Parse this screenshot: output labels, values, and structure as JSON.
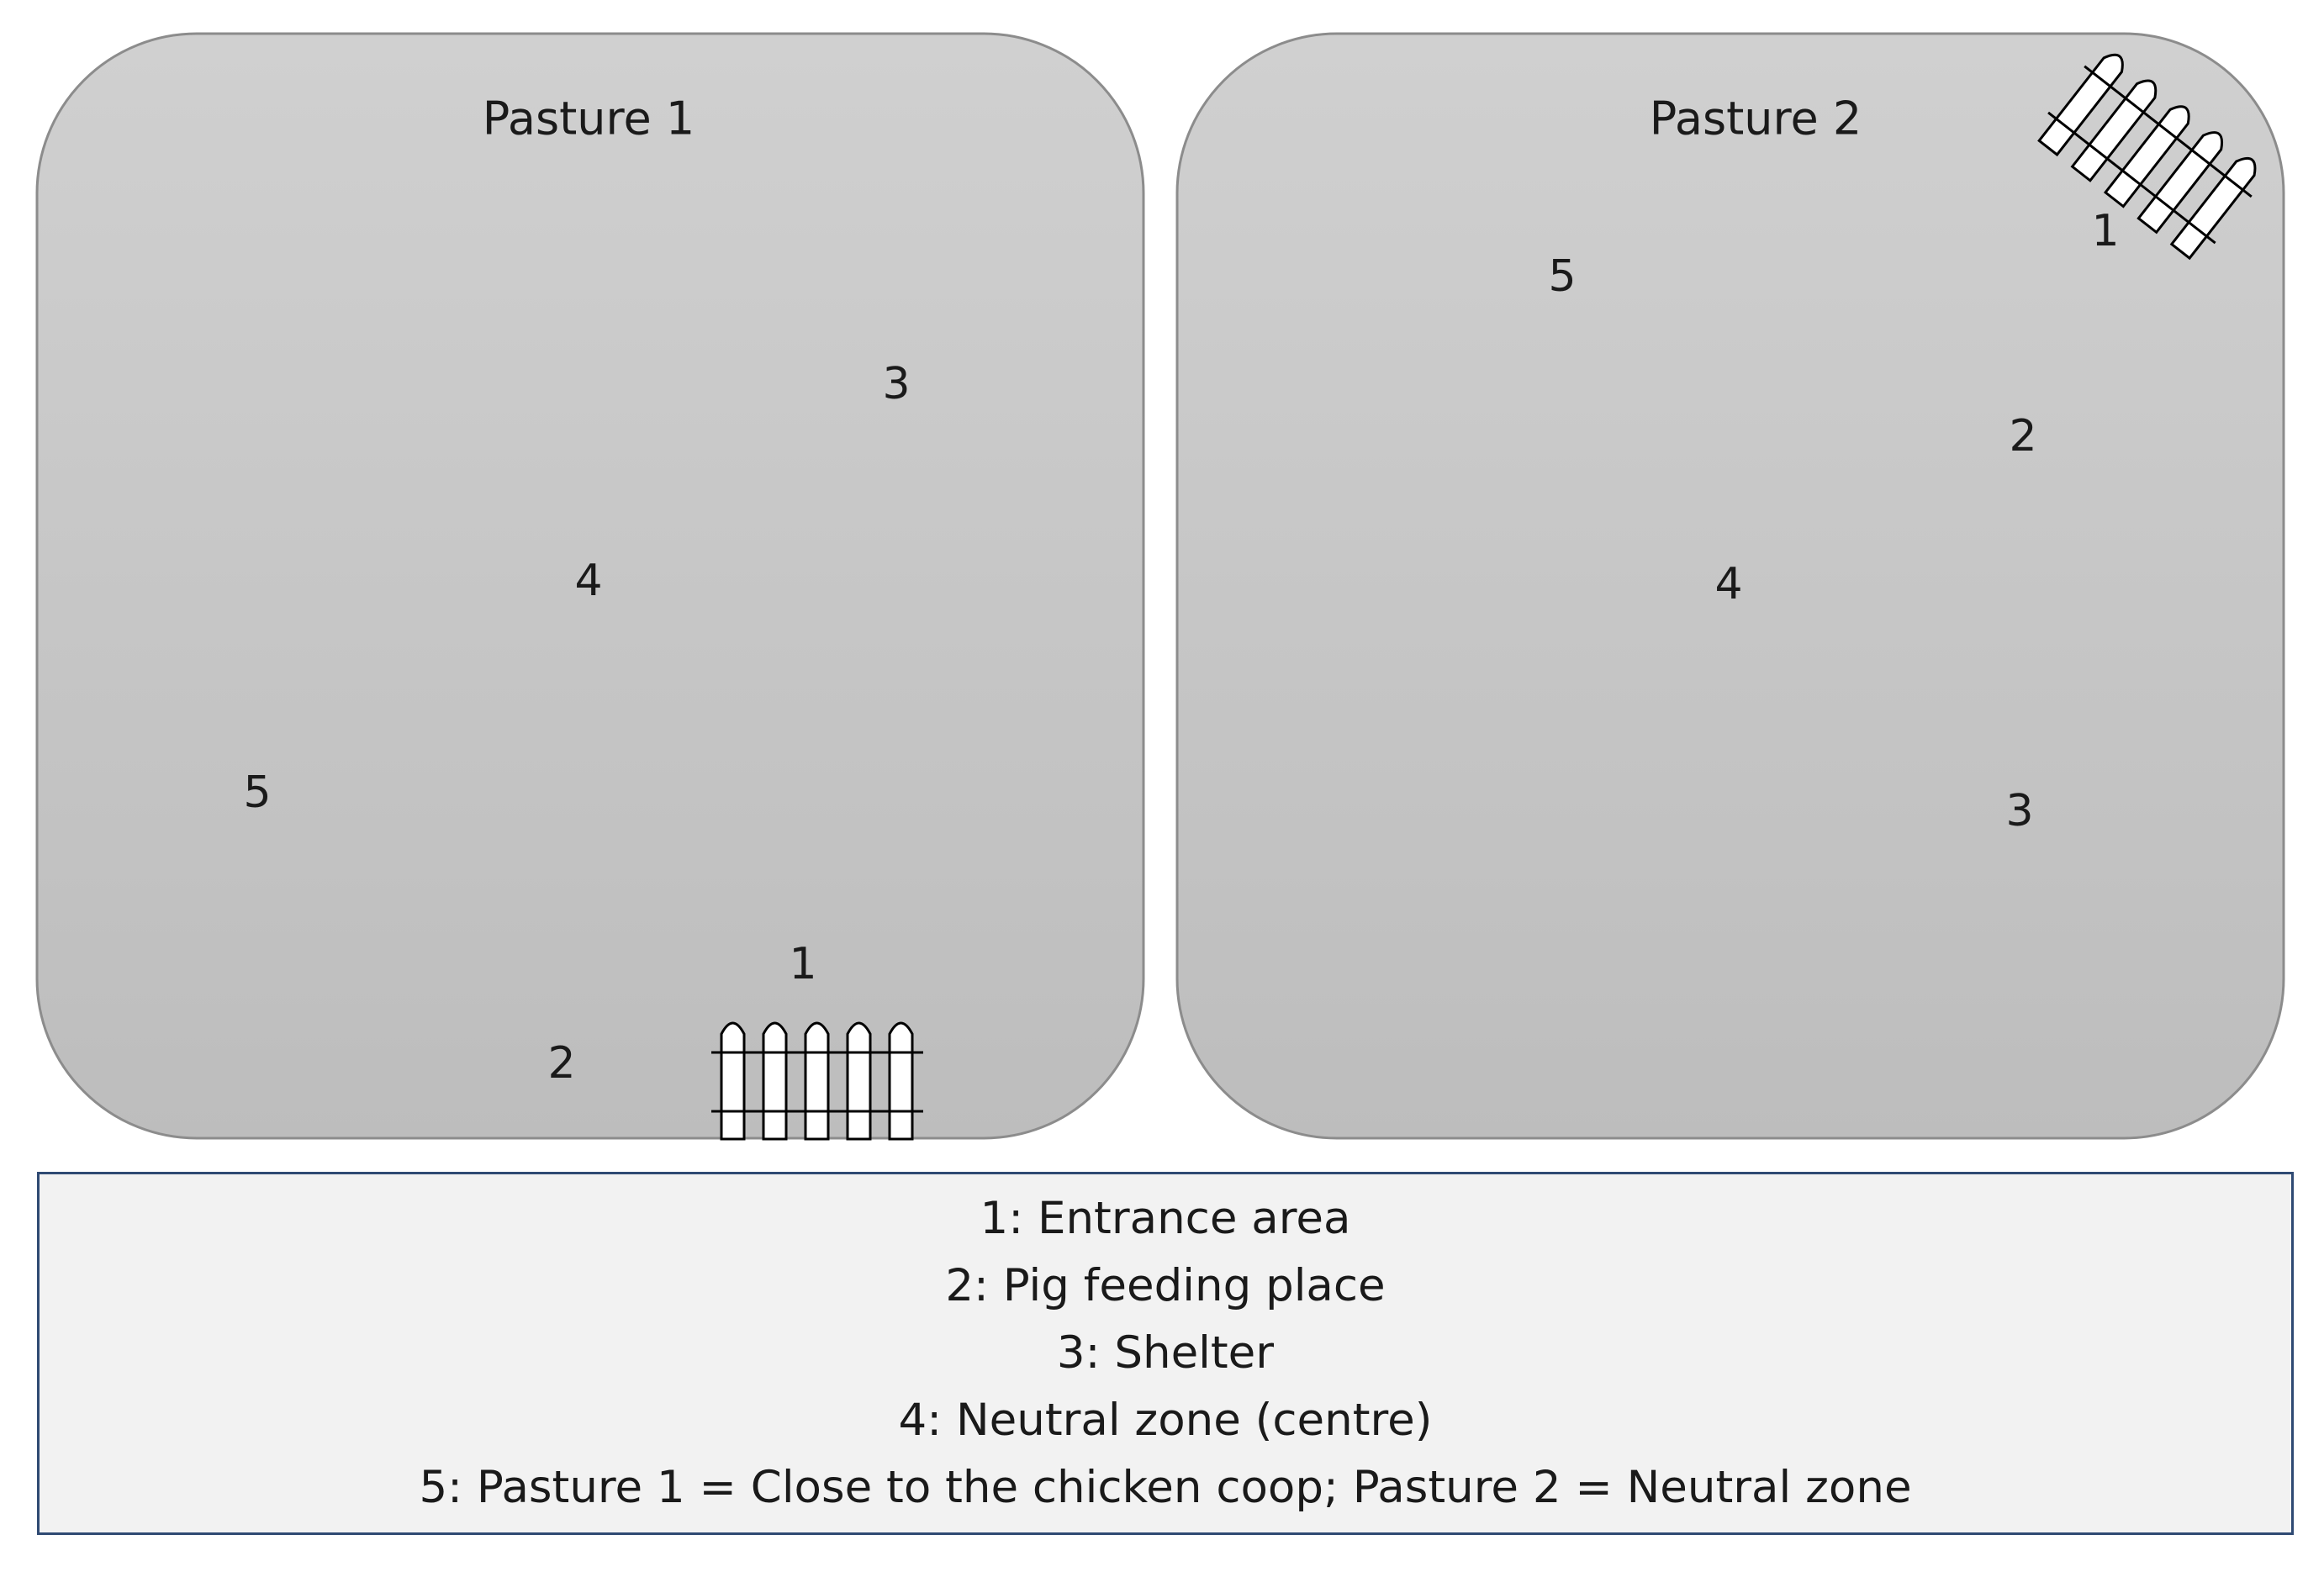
{
  "pastures": [
    {
      "title": "Pasture 1",
      "labels": [
        "1",
        "2",
        "3",
        "4",
        "5"
      ]
    },
    {
      "title": "Pasture 2",
      "labels": [
        "1",
        "2",
        "3",
        "4",
        "5"
      ]
    }
  ],
  "legend": [
    "1: Entrance area",
    "2: Pig feeding place",
    "3: Shelter",
    "4: Neutral zone (centre)",
    "5: Pasture 1 = Close to the chicken coop; Pasture 2 = Neutral zone"
  ],
  "colors": {
    "pasture_fill_top": "#d0d0d0",
    "pasture_fill_bottom": "#bdbdbd",
    "pasture_border": "#8c8c8c",
    "legend_border": "#2f4a73",
    "legend_background": "#f2f2f2"
  },
  "icons": {
    "gate": "fence-gate-icon"
  }
}
